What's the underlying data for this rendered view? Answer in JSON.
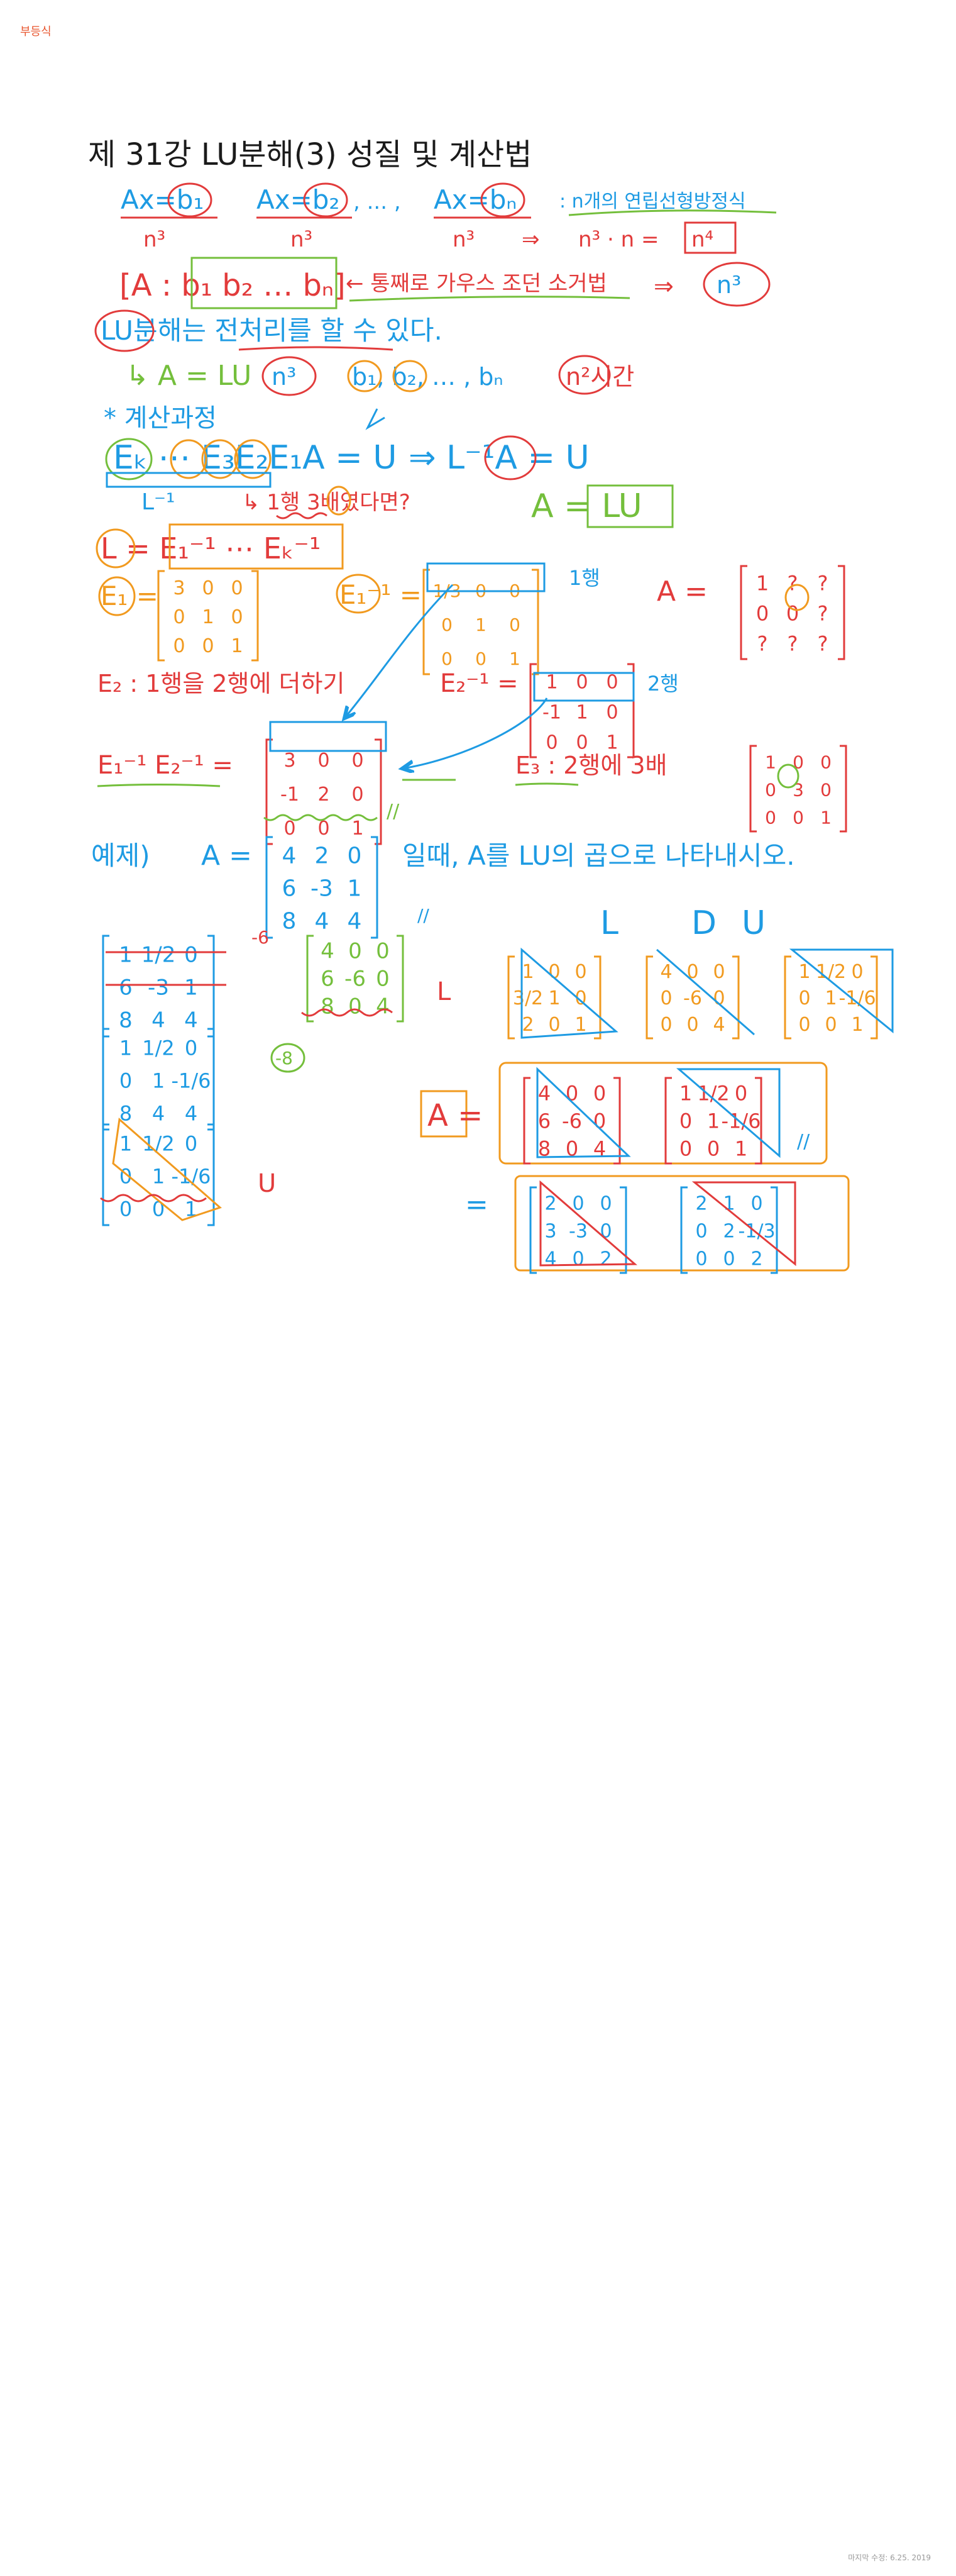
{
  "app": {
    "label": "부등식"
  },
  "footer": {
    "text": "마지막 수정: 6.25. 2019"
  },
  "colors": {
    "black": "#1b1b1b",
    "blue": "#1e9be3",
    "red": "#e23b3b",
    "green": "#74bf3c",
    "orange": "#f19a1f"
  },
  "note": {
    "title": "제 31강 LU분해(3) 성질 및 계산법",
    "eq_ax_b1": "Ax=b₁",
    "eq_ax_b2": "Ax=b₂",
    "ellipsis": ", ... ,",
    "eq_ax_bn": "Ax=bₙ",
    "n_eq_desc": ": n개의 연립선형방정식",
    "cost_n3_a": "n³",
    "cost_n3_b": "n³",
    "cost_n3_c": "n³",
    "arrow1": "⇒",
    "cost_prod": "n³ · n =",
    "cost_n4": "n⁴",
    "aug_matrix": "[A : b₁ b₂ … bₙ]",
    "aug_desc": "← 통째로 가우스 조던 소거법",
    "arrow2": "⇒",
    "aug_cost": "n³",
    "lu_pre": "LU분해는 전처리를 할 수 있다.",
    "lu_eq": "↳ A = LU",
    "lu_cost": "n³",
    "lu_bs": "b₁, b₂, … , bₙ",
    "lu_time": "n²시간",
    "calc_header": "* 계산과정",
    "elim_seq": "Eₖ ⋯ E₃E₂E₁A = U",
    "elim_result": "⇒ L⁻¹A = U",
    "elim_Linv": "L⁻¹",
    "elim_note": "↳ 1행 3배였다면?",
    "a_eq_lu": "A = LU",
    "L_def": "L = E₁⁻¹ ⋯ Eₖ⁻¹",
    "E1_label": "E₁ =",
    "E1_inv_label": "E₁⁻¹ =",
    "row1_tag": "1행",
    "A_q_label": "A =",
    "E2_label": "E₂ : 1행을 2행에 더하기",
    "E2_inv_label": "E₂⁻¹ =",
    "row2_tag": "2행",
    "E12_prod": "E₁⁻¹ E₂⁻¹ =",
    "E3_label": "E₃ : 2행에 3배",
    "example_label": "예제)",
    "example_A": "A =",
    "example_desc": "일때, A를 LU의 곱으로 나타내시오.",
    "step_factor": "-6",
    "step_factor2": "-8",
    "L_mark": "L",
    "U_mark": "U",
    "ldu_l": "L",
    "ldu_d": "D",
    "ldu_u": "U",
    "A_label2": "A =",
    "eq_final": "=",
    "double_bar": "//",
    "matrices": {
      "E1": [
        [
          "3",
          "0",
          "0"
        ],
        [
          "0",
          "1",
          "0"
        ],
        [
          "0",
          "0",
          "1"
        ]
      ],
      "E1_inv": [
        [
          "1/3",
          "0",
          "0"
        ],
        [
          "0",
          "1",
          "0"
        ],
        [
          "0",
          "0",
          "1"
        ]
      ],
      "A_q": [
        [
          "1",
          "?",
          "?"
        ],
        [
          "0",
          "0",
          "?"
        ],
        [
          "?",
          "?",
          "?"
        ]
      ],
      "E2_inv": [
        [
          "1",
          "0",
          "0"
        ],
        [
          "-1",
          "1",
          "0"
        ],
        [
          "0",
          "0",
          "1"
        ]
      ],
      "E12": [
        [
          "3",
          "0",
          "0"
        ],
        [
          "-1",
          "2",
          "0"
        ],
        [
          "0",
          "0",
          "1"
        ]
      ],
      "E3": [
        [
          "1",
          "0",
          "0"
        ],
        [
          "0",
          "3",
          "0"
        ],
        [
          "0",
          "0",
          "1"
        ]
      ],
      "Aex": [
        [
          "4",
          "2",
          "0"
        ],
        [
          "6",
          "-3",
          "1"
        ],
        [
          "8",
          "4",
          "4"
        ]
      ],
      "S1": [
        [
          "1",
          "1/2",
          "0"
        ],
        [
          "6",
          "-3",
          "1"
        ],
        [
          "8",
          "4",
          "4"
        ]
      ],
      "Lp": [
        [
          "4",
          "0",
          "0"
        ],
        [
          "6",
          "-6",
          "0"
        ],
        [
          "8",
          "0",
          "4"
        ]
      ],
      "S2": [
        [
          "1",
          "1/2",
          "0"
        ],
        [
          "0",
          "1",
          "-1/6"
        ],
        [
          "8",
          "4",
          "4"
        ]
      ],
      "S3": [
        [
          "1",
          "1/2",
          "0"
        ],
        [
          "0",
          "1",
          "-1/6"
        ],
        [
          "0",
          "0",
          "1"
        ]
      ],
      "Lm": [
        [
          "1",
          "0",
          "0"
        ],
        [
          "3/2",
          "1",
          "0"
        ],
        [
          "2",
          "0",
          "1"
        ]
      ],
      "Dm": [
        [
          "4",
          "0",
          "0"
        ],
        [
          "0",
          "-6",
          "0"
        ],
        [
          "0",
          "0",
          "4"
        ]
      ],
      "Um": [
        [
          "1",
          "1/2",
          "0"
        ],
        [
          "0",
          "1",
          "-1/6"
        ],
        [
          "0",
          "0",
          "1"
        ]
      ],
      "AL": [
        [
          "4",
          "0",
          "0"
        ],
        [
          "6",
          "-6",
          "0"
        ],
        [
          "8",
          "0",
          "4"
        ]
      ],
      "AU": [
        [
          "1",
          "1/2",
          "0"
        ],
        [
          "0",
          "1",
          "-1/6"
        ],
        [
          "0",
          "0",
          "1"
        ]
      ],
      "F1": [
        [
          "2",
          "0",
          "0"
        ],
        [
          "3",
          "-3",
          "0"
        ],
        [
          "4",
          "0",
          "2"
        ]
      ],
      "F2": [
        [
          "2",
          "1",
          "0"
        ],
        [
          "0",
          "2",
          "-1/3"
        ],
        [
          "0",
          "0",
          "2"
        ]
      ]
    }
  }
}
